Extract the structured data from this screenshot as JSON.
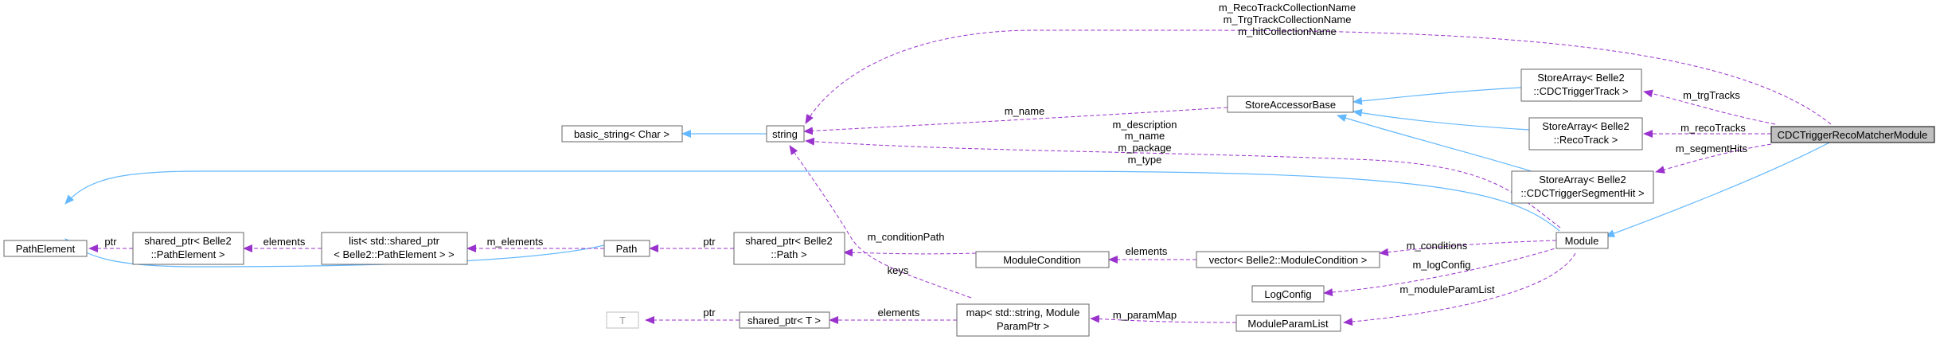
{
  "diagram": {
    "colors": {
      "inheritance": "#63b8ff",
      "usage": "#9a32cd",
      "focus_fill": "#bfbfbf"
    },
    "nodes": {
      "main": "CDCTriggerRecoMatcherModule",
      "store_trg_l1": "StoreArray< Belle2",
      "store_trg_l2": "::CDCTriggerTrack >",
      "store_reco_l1": "StoreArray< Belle2",
      "store_reco_l2": "::RecoTrack >",
      "store_seg_l1": "StoreArray< Belle2",
      "store_seg_l2": "::CDCTriggerSegmentHit >",
      "store_accessor": "StoreAccessorBase",
      "string": "string",
      "basic_string": "basic_string< Char >",
      "module": "Module",
      "path_element": "PathElement",
      "sp_pe_l1": "shared_ptr< Belle2",
      "sp_pe_l2": "::PathElement >",
      "list_l1": "list< std::shared_ptr",
      "list_l2": "< Belle2::PathElement > >",
      "path": "Path",
      "sp_path_l1": "shared_ptr< Belle2",
      "sp_path_l2": "::Path >",
      "module_condition": "ModuleCondition",
      "vector_mc": "vector< Belle2::ModuleCondition >",
      "log_config": "LogConfig",
      "module_param_list": "ModuleParamList",
      "map_l1": "map< std::string, Module",
      "map_l2": "ParamPtr >",
      "sp_t": "shared_ptr< T >",
      "t": "T"
    },
    "labels": {
      "top_l1": "m_RecoTrackCollectionName",
      "top_l2": "m_TrgTrackCollectionName",
      "top_l3": "m_hitCollectionName",
      "m_trgTracks": "m_trgTracks",
      "m_recoTracks": "m_recoTracks",
      "m_segmentHits": "m_segmentHits",
      "m_name": "m_name",
      "desc_l1": "m_description",
      "desc_l2": "m_name",
      "desc_l3": "m_package",
      "desc_l4": "m_type",
      "ptr_pe": "ptr",
      "elements_list": "elements",
      "m_elements": "m_elements",
      "ptr_path": "ptr",
      "m_conditionPath": "m_conditionPath",
      "elements_mc": "elements",
      "m_conditions": "m_conditions",
      "m_logConfig": "m_logConfig",
      "m_moduleParamList": "m_moduleParamList",
      "keys": "keys",
      "m_paramMap": "m_paramMap",
      "elements_map": "elements",
      "ptr_t": "ptr"
    }
  }
}
